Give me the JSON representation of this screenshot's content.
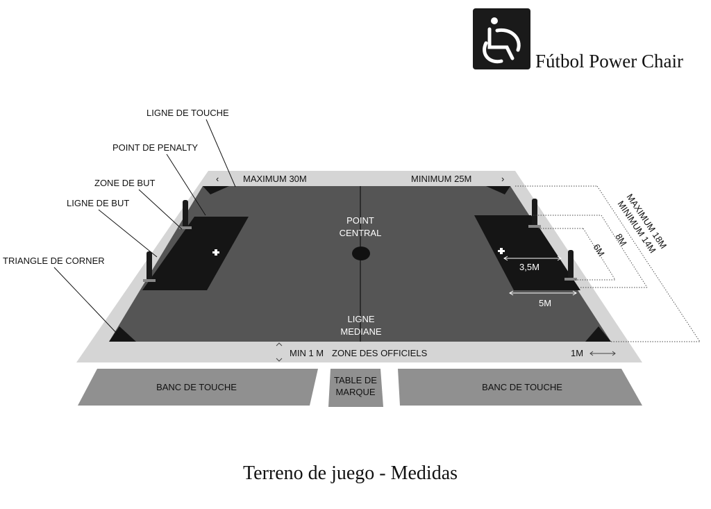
{
  "brand": {
    "name": "Fútbol Power Chair",
    "logo": "wheelchair-logo"
  },
  "labels": {
    "ligne_de_touche": "LIGNE DE TOUCHE",
    "point_de_penalty": "POINT DE PENALTY",
    "zone_de_but": "ZONE DE BUT",
    "ligne_de_but": "LIGNE DE BUT",
    "triangle_de_corner": "TRIANGLE DE CORNER"
  },
  "field": {
    "max_length": "MAXIMUM  30M",
    "min_length": "MINIMUM  25M",
    "point_central_1": "POINT",
    "point_central_2": "CENTRAL",
    "ligne_mediane_1": "LIGNE",
    "ligne_mediane_2": "MEDIANE",
    "goal_width": "3,5M",
    "area_width": "5M",
    "dim_6m": "6M",
    "dim_8m": "8M",
    "max_width": "MAXIMUM 18M",
    "min_width": "MINIMUM 14M",
    "min_1m": "MIN 1 M",
    "zone_officiels": "ZONE DES OFFICIELS",
    "one_m": "1M"
  },
  "benches": {
    "left": "BANC DE TOUCHE",
    "table_1": "TABLE DE",
    "table_2": "MARQUE",
    "right": "BANC DE TOUCHE"
  },
  "caption": "Terreno de juego - Medidas",
  "colors": {
    "field": "#555555",
    "border": "#d5d5d5",
    "zone": "#151515",
    "bench": "#909090"
  }
}
